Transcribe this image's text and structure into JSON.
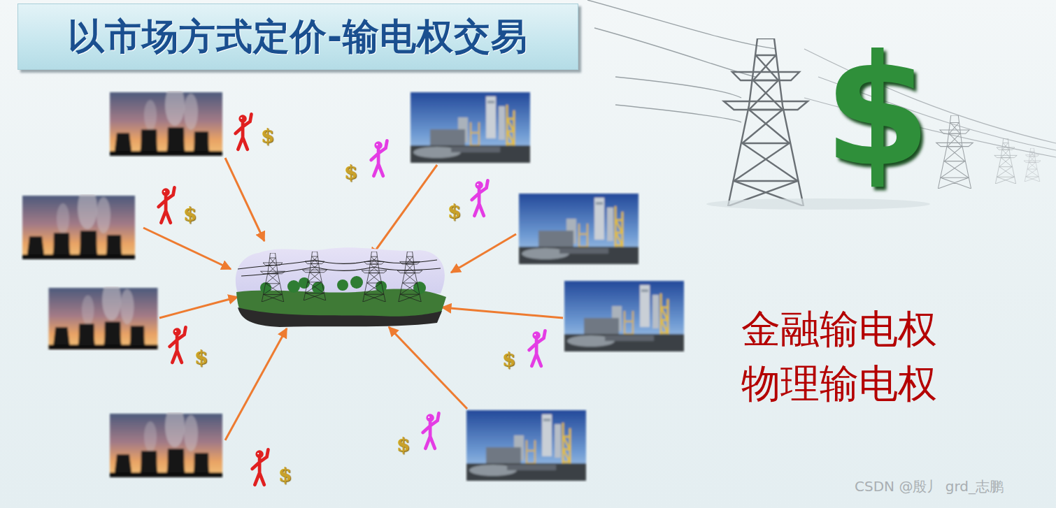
{
  "diagram": {
    "title": "以市场方式定价-输电权交易",
    "labels": [
      "$",
      "$",
      "$",
      "$",
      "$",
      "$",
      "$",
      "$",
      "$",
      "金融输电权",
      "物理输电权",
      "CSDN @殷丿 grd_志鹏"
    ]
  }
}
